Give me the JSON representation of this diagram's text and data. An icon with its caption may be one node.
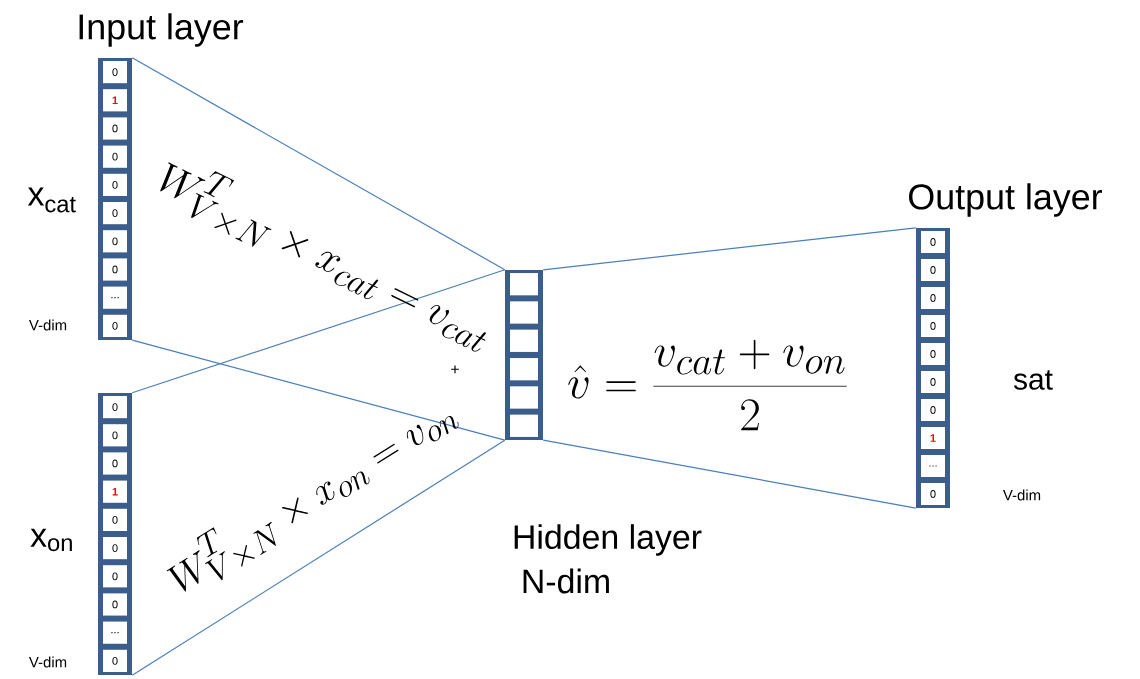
{
  "diagram": {
    "nodes": [
      {
        "text": [
          "Input layer"
        ],
        "beside": [
          "x$_{cat}$",
          "V-dim"
        ]
      },
      {
        "text": [
          "0"
        ],
        "in": 0
      },
      {
        "text": [
          "1"
        ],
        "in": 0
      },
      {
        "text": [
          "0"
        ],
        "in": 0
      },
      {
        "text": [
          "0"
        ],
        "in": 0
      },
      {
        "text": [
          "0"
        ],
        "in": 0
      },
      {
        "text": [
          "0"
        ],
        "in": 0
      },
      {
        "text": [
          "0"
        ],
        "in": 0
      },
      {
        "text": [
          "0"
        ],
        "in": 0
      },
      {
        "text": [
          "..."
        ],
        "in": 0
      },
      {
        "text": [
          "0"
        ],
        "in": 0
      },
      {
        "text": [],
        "shape": "bar",
        "beside": [
          "x$_{on}$",
          "V-dim"
        ]
      },
      {
        "text": [
          "0"
        ],
        "in": 11
      },
      {
        "text": [
          "0"
        ],
        "in": 11
      },
      {
        "text": [
          "0"
        ],
        "in": 11
      },
      {
        "text": [
          "1"
        ],
        "in": 11
      },
      {
        "text": [
          "0"
        ],
        "in": 11
      },
      {
        "text": [
          "0"
        ],
        "in": 11
      },
      {
        "text": [
          "0"
        ],
        "in": 11
      },
      {
        "text": [
          "0"
        ],
        "in": 11
      },
      {
        "text": [
          "..."
        ],
        "in": 11
      },
      {
        "text": [
          "0"
        ],
        "in": 11
      },
      {
        "text": [
          "Hidden layer",
          "N-dim"
        ]
      },
      {
        "text": [],
        "shape": "box",
        "in": 22
      },
      {
        "text": [],
        "shape": "box",
        "in": 22
      },
      {
        "text": [],
        "shape": "box",
        "in": 22
      },
      {
        "text": [],
        "shape": "box",
        "in": 22
      },
      {
        "text": [],
        "shape": "box",
        "in": 22
      },
      {
        "text": [],
        "shape": "box",
        "in": 22
      },
      {
        "text": [
          "Output layer"
        ],
        "beside": [
          "sat",
          "V-dim"
        ]
      },
      {
        "text": [
          "0"
        ],
        "in": 29
      },
      {
        "text": [
          "0"
        ],
        "in": 29
      },
      {
        "text": [
          "0"
        ],
        "in": 29
      },
      {
        "text": [
          "0"
        ],
        "in": 29
      },
      {
        "text": [
          "0"
        ],
        "in": 29
      },
      {
        "text": [
          "0"
        ],
        "in": 29
      },
      {
        "text": [
          "0"
        ],
        "in": 29
      },
      {
        "text": [
          "1"
        ],
        "in": 29
      },
      {
        "text": [
          "..."
        ],
        "in": 29
      },
      {
        "text": [
          "0"
        ],
        "in": 29
      }
    ],
    "edges": [
      {
        "from": 0,
        "to": 22,
        "arrow": "none"
      },
      {
        "from": 0,
        "to": 22,
        "arrow": "none"
      },
      {
        "from": 11,
        "to": 22,
        "arrow": "none"
      },
      {
        "from": 11,
        "to": 22,
        "arrow": "none"
      },
      {
        "from": 22,
        "to": 29,
        "arrow": "none"
      },
      {
        "from": 22,
        "to": 29,
        "arrow": "none"
      }
    ],
    "labels": [
      "W_{V\\times N}^{T}\\times x_{cat}=v_{cat}",
      "+",
      "W_{V\\times N}^{T}\\times x_{on}=v_{on}",
      "\\hat{v}=\\frac{v_{cat}+v_{on}}{2}"
    ]
  }
}
